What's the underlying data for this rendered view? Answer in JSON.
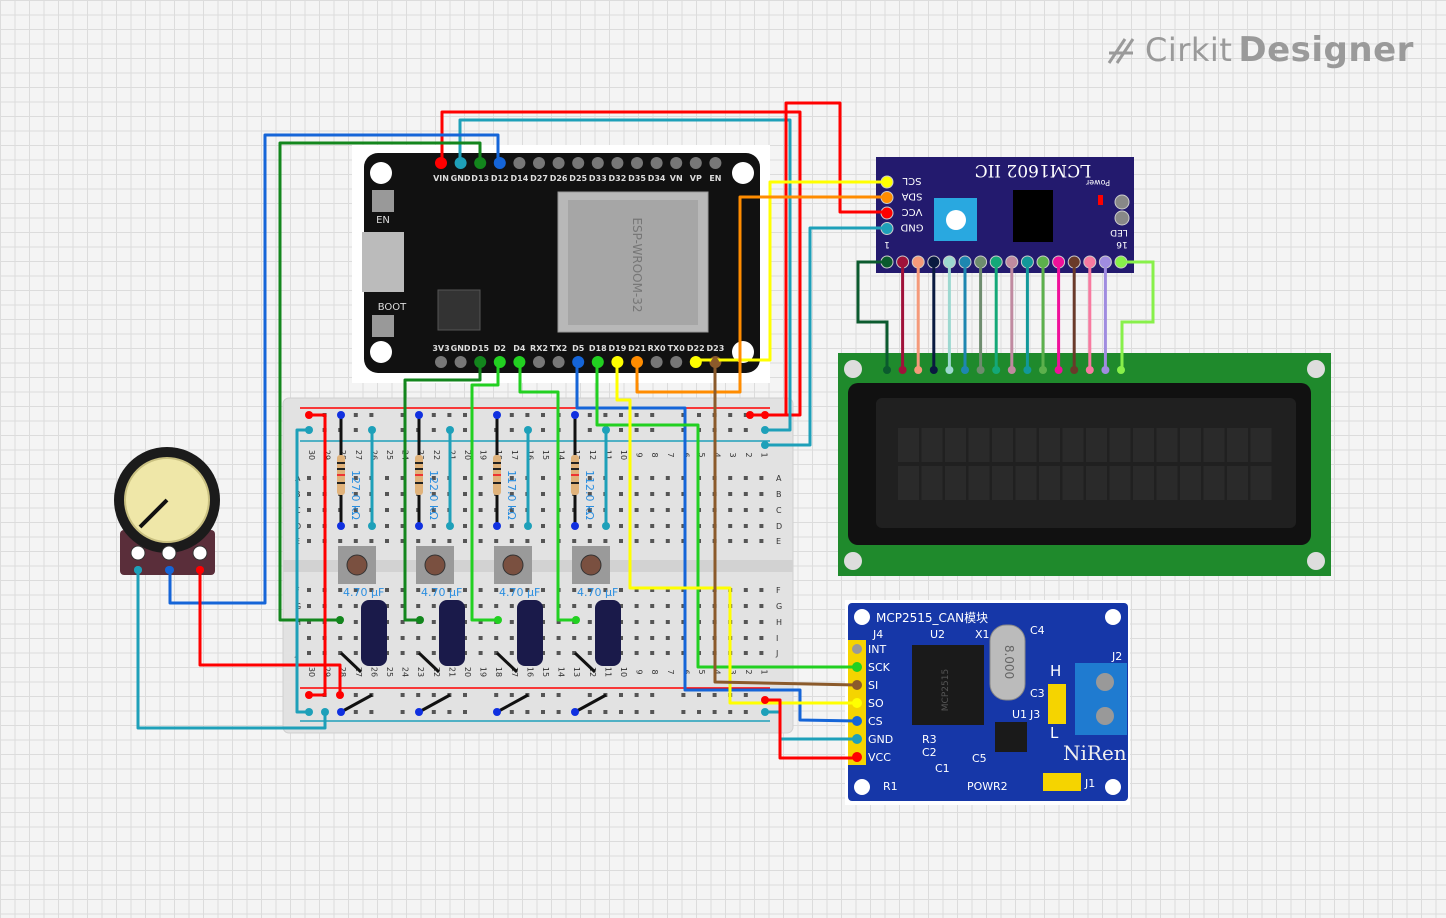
{
  "app": {
    "logo_text_1": "Cirkit",
    "logo_text_2": "Designer"
  },
  "esp32": {
    "top_pins": [
      "VIN",
      "GND",
      "D13",
      "D12",
      "D14",
      "D27",
      "D26",
      "D25",
      "D33",
      "D32",
      "D35",
      "D34",
      "VN",
      "VP",
      "EN"
    ],
    "bottom_pins": [
      "3V3",
      "GND",
      "D15",
      "D2",
      "D4",
      "RX2",
      "TX2",
      "D5",
      "D18",
      "D19",
      "D21",
      "RX0",
      "TX0",
      "D22",
      "D23"
    ],
    "button_en": "EN",
    "button_boot": "BOOT",
    "module_text": "ESP-WROOM-32"
  },
  "lcd_i2c": {
    "title": "LCM1602 IIC",
    "pins": [
      "SCL",
      "SDA",
      "VCC",
      "GND"
    ],
    "power_label": "Power",
    "led_label": "LED",
    "pin_first": "1",
    "pin_last": "16"
  },
  "breadboard": {
    "columns": [
      "30",
      "29",
      "28",
      "27",
      "26",
      "25",
      "24",
      "23",
      "22",
      "21",
      "20",
      "19",
      "18",
      "17",
      "16",
      "15",
      "14",
      "13",
      "12",
      "11",
      "10",
      "9",
      "8",
      "7",
      "6",
      "5",
      "4",
      "3",
      "2",
      "1"
    ],
    "rows_top": [
      "A",
      "B",
      "C",
      "D",
      "E"
    ],
    "rows_bottom": [
      "F",
      "G",
      "H",
      "I",
      "J"
    ]
  },
  "resistors": [
    "127.0 kΩ",
    "122.0 kΩ",
    "117.0 kΩ",
    "112.0 kΩ"
  ],
  "capacitors": [
    "4.70 µF",
    "4.70 µF",
    "4.70 µF",
    "4.70 µF"
  ],
  "mcp2515": {
    "title": "MCP2515_CAN模块",
    "pins": [
      "INT",
      "SCK",
      "SI",
      "SO",
      "CS",
      "GND",
      "VCC"
    ],
    "labels": {
      "j4": "J4",
      "u2": "U2",
      "x1": "X1",
      "c4": "C4",
      "c3": "C3",
      "j2": "J2",
      "h": "H",
      "l": "L",
      "u1": "U1",
      "j3": "J3",
      "r3": "R3",
      "c2": "C2",
      "c1": "C1",
      "c5": "C5",
      "r1": "R1",
      "pow": "POW",
      "r2": "R2",
      "j1": "J1",
      "brand": "NiRen",
      "crystal": "8.000",
      "chip": "MCP2515"
    }
  },
  "colors": {
    "red": "#ff0000",
    "teal": "#1ea0b9",
    "blue": "#1565d8",
    "dark_green": "#13861d",
    "green": "#22d021",
    "yellow": "#ffff00",
    "orange": "#ff8c00",
    "brown": "#8b5a2b"
  }
}
